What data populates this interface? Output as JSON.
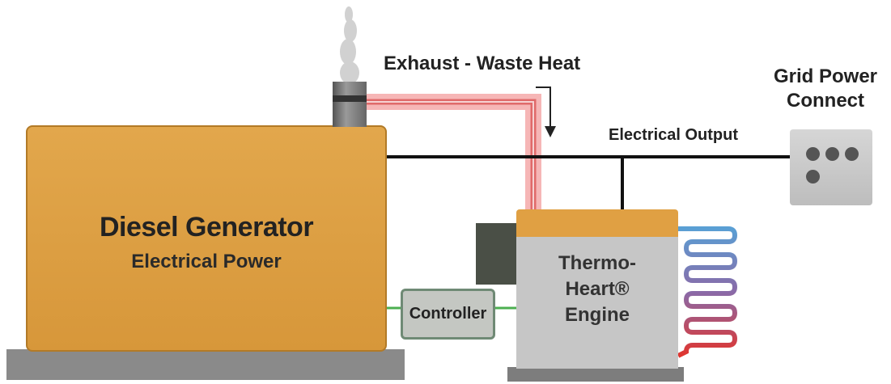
{
  "labels": {
    "exhaust": "Exhaust - Waste Heat",
    "electrical_output": "Electrical Output",
    "grid_line1": "Grid Power",
    "grid_line2": "Connect",
    "generator_title": "Diesel Generator",
    "generator_subtitle": "Electrical Power",
    "controller": "Controller",
    "engine_line1": "Thermo-",
    "engine_line2": "Heart®",
    "engine_line3": "Engine"
  },
  "colors": {
    "generator": "#dd9f43",
    "engine_top": "#e0a043",
    "engine_body": "#c6c6c6",
    "exhaust_pipe": "#f08c8c",
    "power_line": "#111111",
    "control_line": "#4caf50",
    "coil_cold": "#5a9fd4",
    "coil_hot": "#e0352f"
  }
}
